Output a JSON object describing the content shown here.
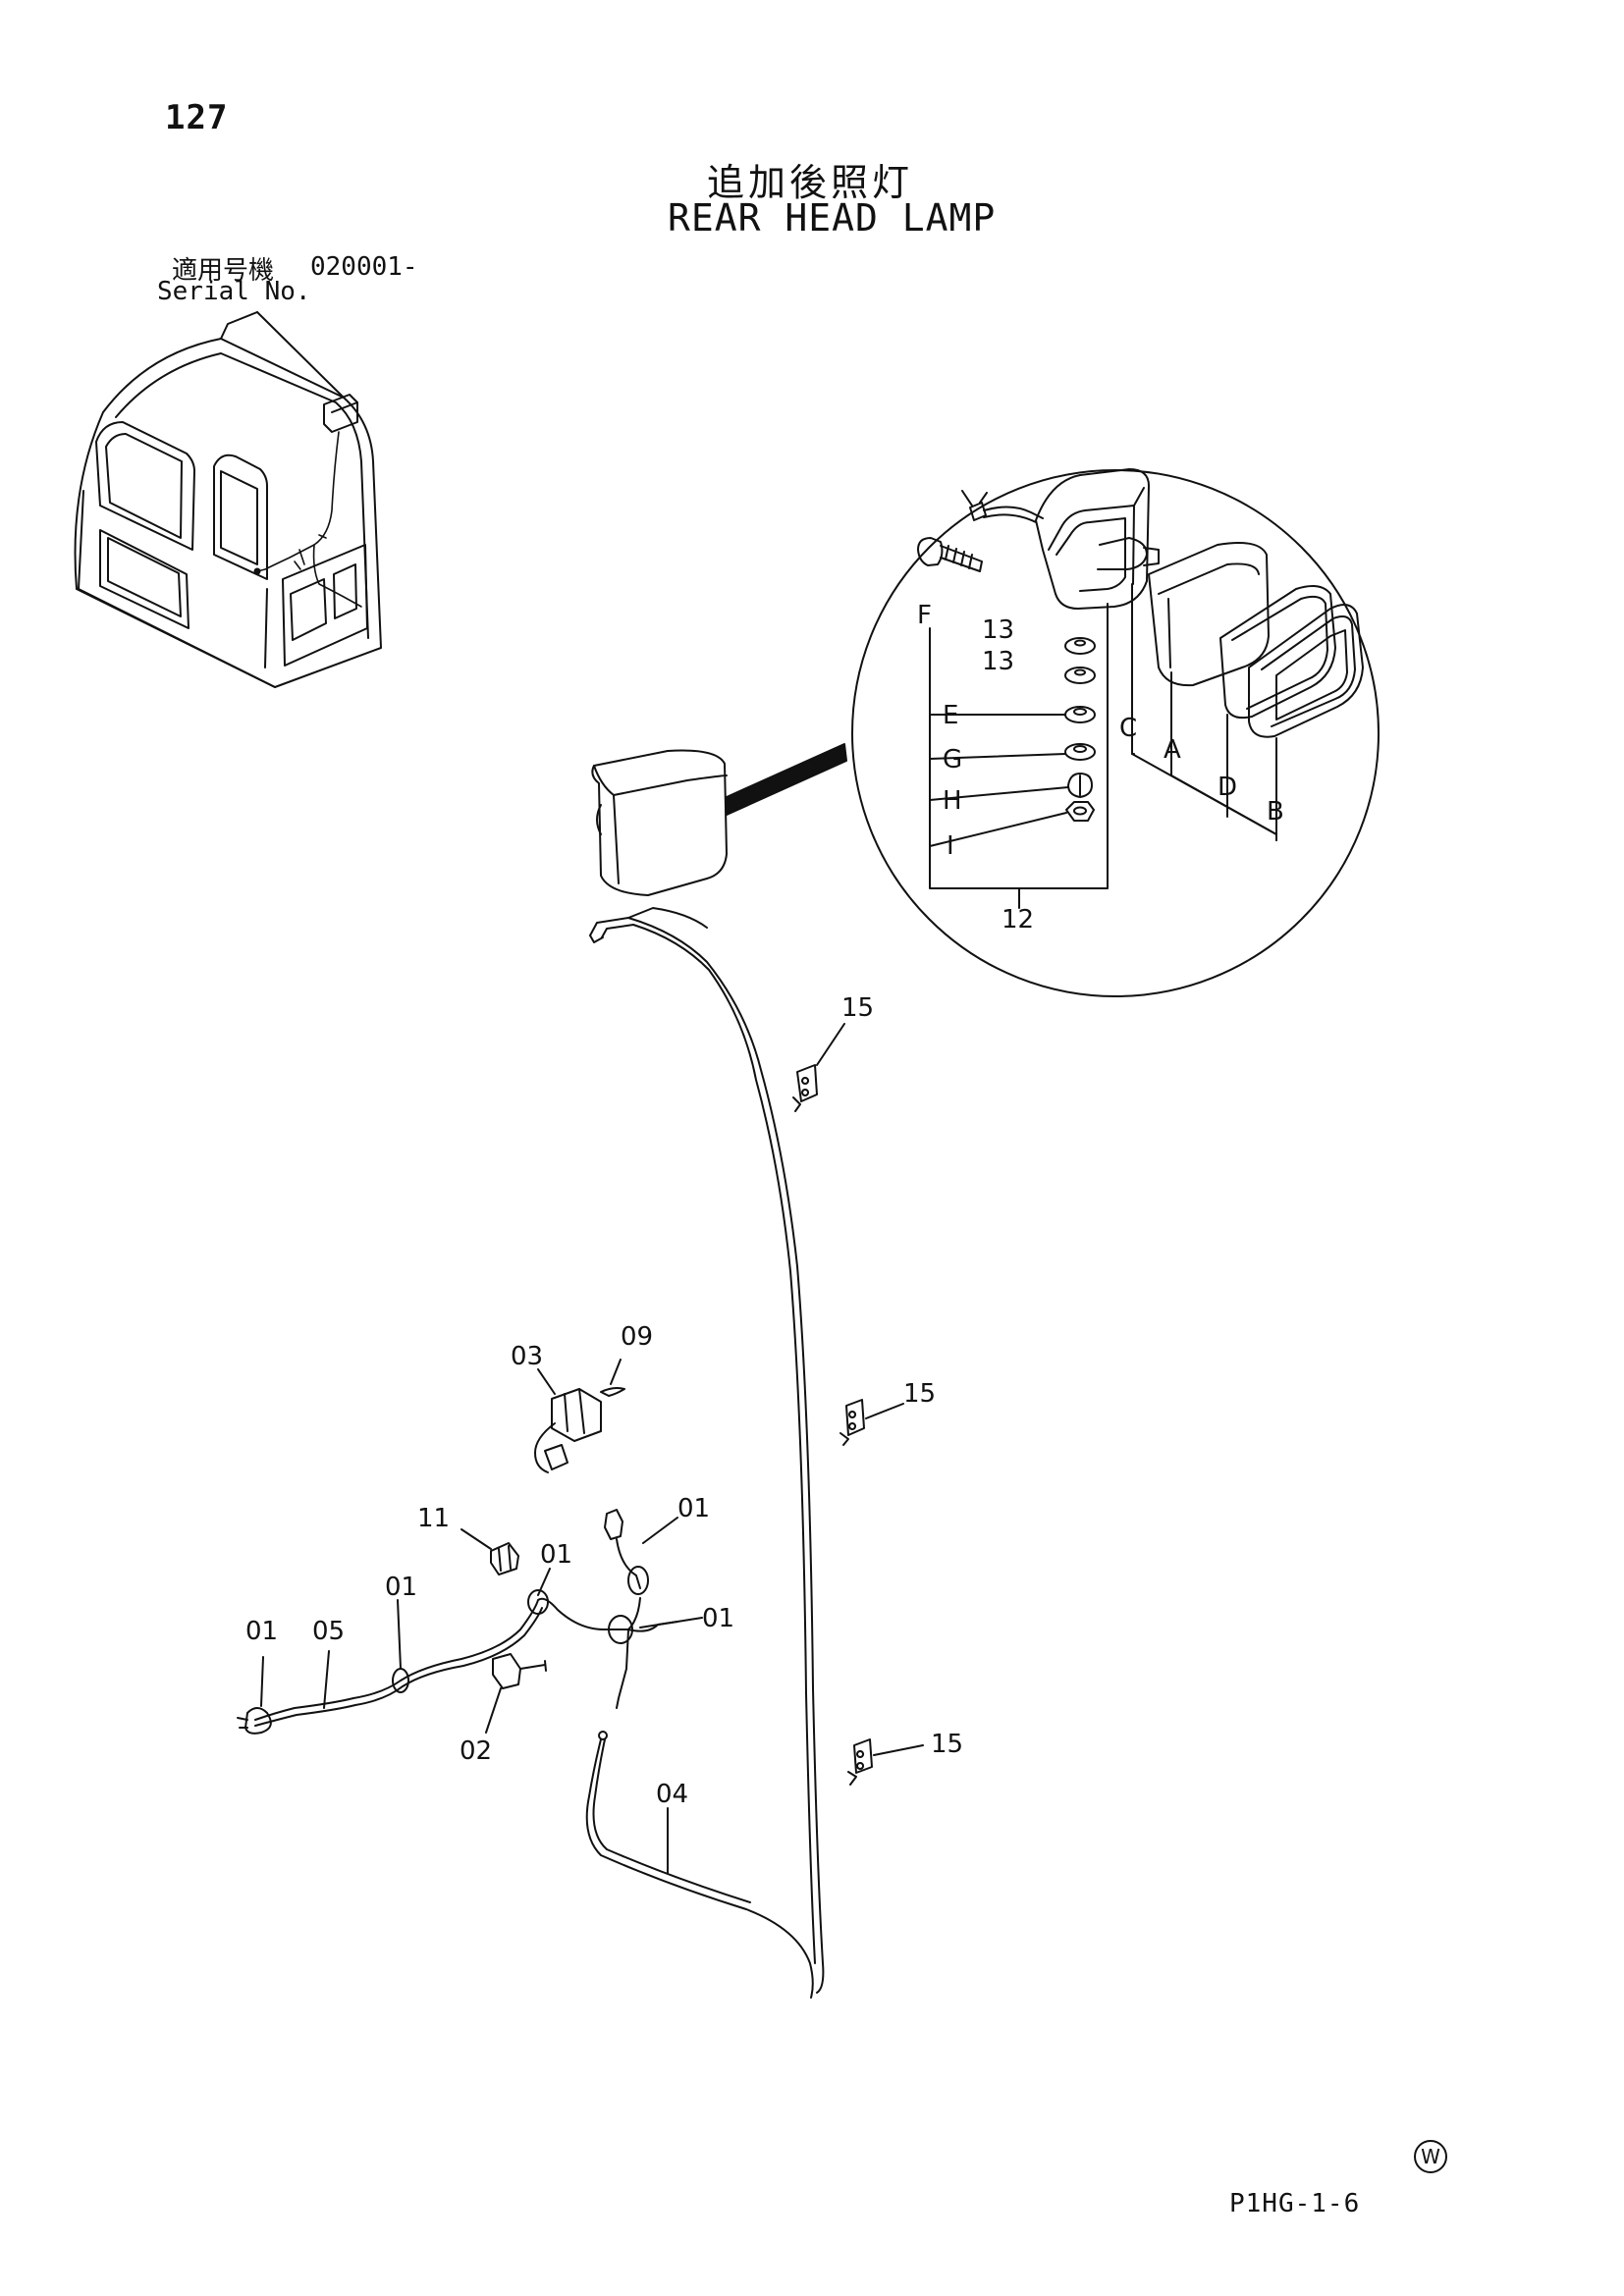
{
  "header": {
    "page_number": "127",
    "title_jp": "追加後照灯",
    "title_en": "REAR HEAD LAMP",
    "serial_label_jp": "適用号機",
    "serial_range": "020001-",
    "serial_label_en": "Serial No."
  },
  "callouts": {
    "c13a": "13",
    "c13b": "13",
    "cF": "F",
    "cE": "E",
    "cG": "G",
    "cH": "H",
    "cI": "I",
    "cC": "C",
    "cA": "A",
    "cD": "D",
    "cB": "B",
    "c12": "12",
    "c15a": "15",
    "c15b": "15",
    "c15c": "15",
    "c03": "03",
    "c09": "09",
    "c11": "11",
    "c01a": "01",
    "c01b": "01",
    "c01c": "01",
    "c01d": "01",
    "c01e": "01",
    "c05": "05",
    "c02": "02",
    "c04": "04"
  },
  "footer": {
    "watermark_symbol": "W",
    "figure_code": "P1HG-1-6"
  }
}
